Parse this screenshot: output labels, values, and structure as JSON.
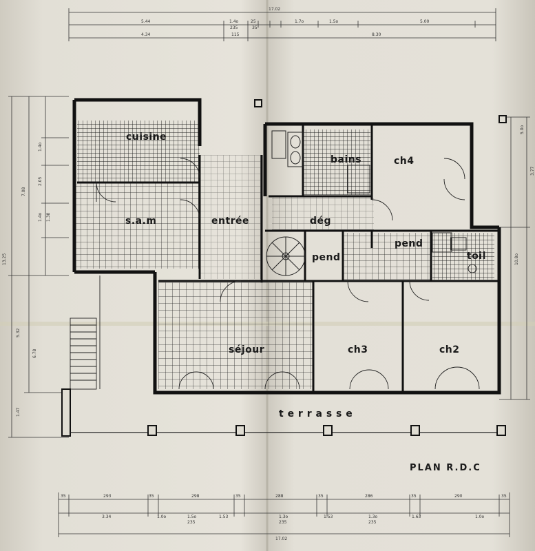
{
  "plan_title": "PLAN R.D.C",
  "rooms": {
    "cuisine": "cuisine",
    "sam": "s.a.m",
    "entree": "entrée",
    "deg": "dég",
    "bains": "bains",
    "ch4": "ch4",
    "pend1": "pend",
    "pend2": "pend",
    "toil": "toil",
    "sejour": "séjour",
    "ch3": "ch3",
    "ch2": "ch2",
    "terrasse": "t e r r a s s e"
  },
  "top_dims": {
    "total": "17.02",
    "row1": [
      "5.44",
      "1.4o",
      "25",
      "1.7o",
      "1.5o",
      "5.00"
    ],
    "row1b": [
      "235",
      "35"
    ],
    "row2": [
      "4.34",
      "115",
      "8.30"
    ]
  },
  "bottom_dims": {
    "row1": [
      "35",
      "293",
      "35",
      "298",
      "35",
      "288",
      "35",
      "286",
      "35",
      "290",
      "35"
    ],
    "row2": [
      "3.34",
      "1.0o",
      "1.5o",
      "1.53",
      "1.3o",
      "1.53",
      "1.3o",
      "1.63",
      "1.0o"
    ],
    "row2b": [
      "235",
      "235",
      "235"
    ],
    "total": "17.02"
  },
  "left_dims": [
    "13.25",
    "7.08",
    "1.4o",
    "2.05",
    "1.4o",
    "1.38",
    "5.32",
    "6.78",
    "1.47"
  ],
  "right_dims": [
    "5.0o",
    "3.77",
    "10.8o"
  ]
}
